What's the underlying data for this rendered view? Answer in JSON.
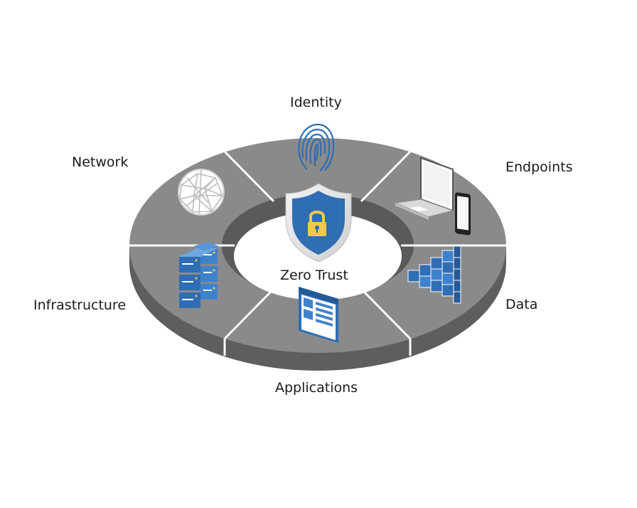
{
  "diagram": {
    "center_label": "Zero Trust",
    "segments": [
      {
        "label": "Identity",
        "icon": "fingerprint-icon"
      },
      {
        "label": "Endpoints",
        "icon": "laptop-phone-icon"
      },
      {
        "label": "Data",
        "icon": "data-cubes-icon"
      },
      {
        "label": "Applications",
        "icon": "app-window-icon"
      },
      {
        "label": "Infrastructure",
        "icon": "server-stack-icon"
      },
      {
        "label": "Network",
        "icon": "network-mesh-icon"
      }
    ],
    "center_icon": "shield-lock-icon",
    "colors": {
      "ring_top": "#8a8a8a",
      "ring_side": "#5f5f5f",
      "icon_blue": "#2f6db5",
      "icon_blue_light": "#4f8fd6"
    }
  }
}
